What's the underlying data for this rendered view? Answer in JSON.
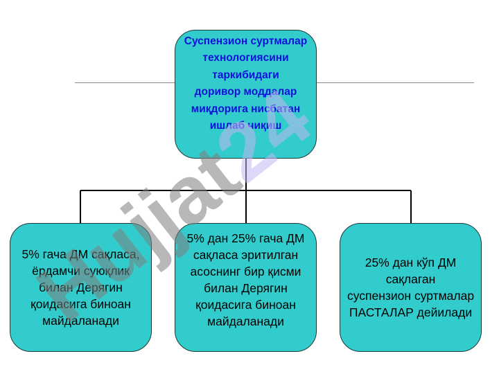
{
  "diagram": {
    "root": "Суспензион суртмалар\nтехнологиясини\nтаркибидаги\nдоривор моддалар\nмиқдорига нисбатан\nишлаб чиқиш",
    "children": [
      "5% гача ДМ сақласа,\nёрдамчи суюқлик\nбилан Дерягин\nқоидасига биноан\nмайдаланади",
      "5% дан 25% гача ДМ\nсақласа эритилган\nасоснинг бир қисми\nбилан Дерягин\nқоидасига биноан\nмайдаланади",
      "25% дан кўп ДМ\nсақлаган\nсуспензион суртмалар\nПАСТАЛАР дейилади"
    ]
  },
  "watermark": {
    "part1": "Hujjat",
    "part2": "24"
  },
  "colors": {
    "box": "#33cccc",
    "root_text": "#1010dd",
    "watermark_gray": "#8a8a8a",
    "watermark_purple": "#c9c0f0"
  }
}
